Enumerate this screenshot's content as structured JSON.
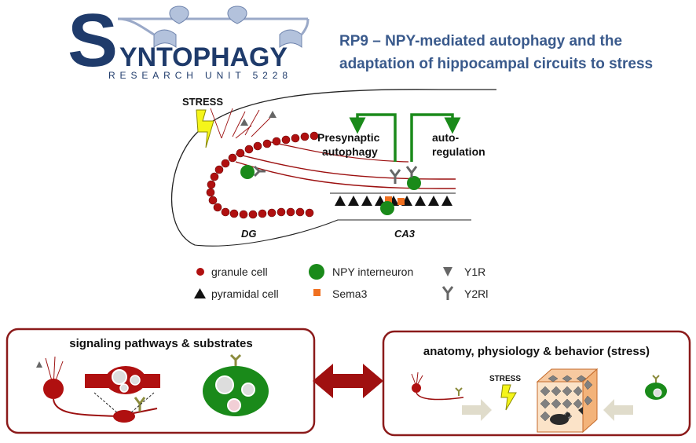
{
  "logo": {
    "letter_s": "S",
    "name_rest": "YNTOPHAGY",
    "subtitle": "RESEARCH UNIT 5228"
  },
  "title": {
    "line1": "RP9 – NPY-mediated autophagy and the",
    "line2": "adaptation of hippocampal circuits to stress"
  },
  "diagram": {
    "stress_label": "STRESS",
    "presynaptic_label_1": "Presynaptic",
    "presynaptic_label_2": "autophagy",
    "autoregulation_label_1": "auto-",
    "autoregulation_label_2": "regulation",
    "dg_label": "DG",
    "ca3_label": "CA3"
  },
  "legend": {
    "granule_cell": "granule cell",
    "pyramidal_cell": "pyramidal cell",
    "npy_interneuron": "NPY interneuron",
    "sema3": "Sema3",
    "y1r": "Y1R",
    "y2r": "Y2Rl"
  },
  "panels": {
    "left_title": "signaling pathways & substrates",
    "right_title": "anatomy, physiology & behavior (stress)",
    "right_stress_label": "STRESS"
  },
  "colors": {
    "title_blue": "#3a5a8c",
    "logo_navy": "#1f3b6b",
    "granule_red": "#b01010",
    "npy_green": "#1a8a1a",
    "sema3_orange": "#f07020",
    "panel_border": "#8b1a1a",
    "arrow_red": "#a01010",
    "stress_yellow": "#f5f51a"
  }
}
